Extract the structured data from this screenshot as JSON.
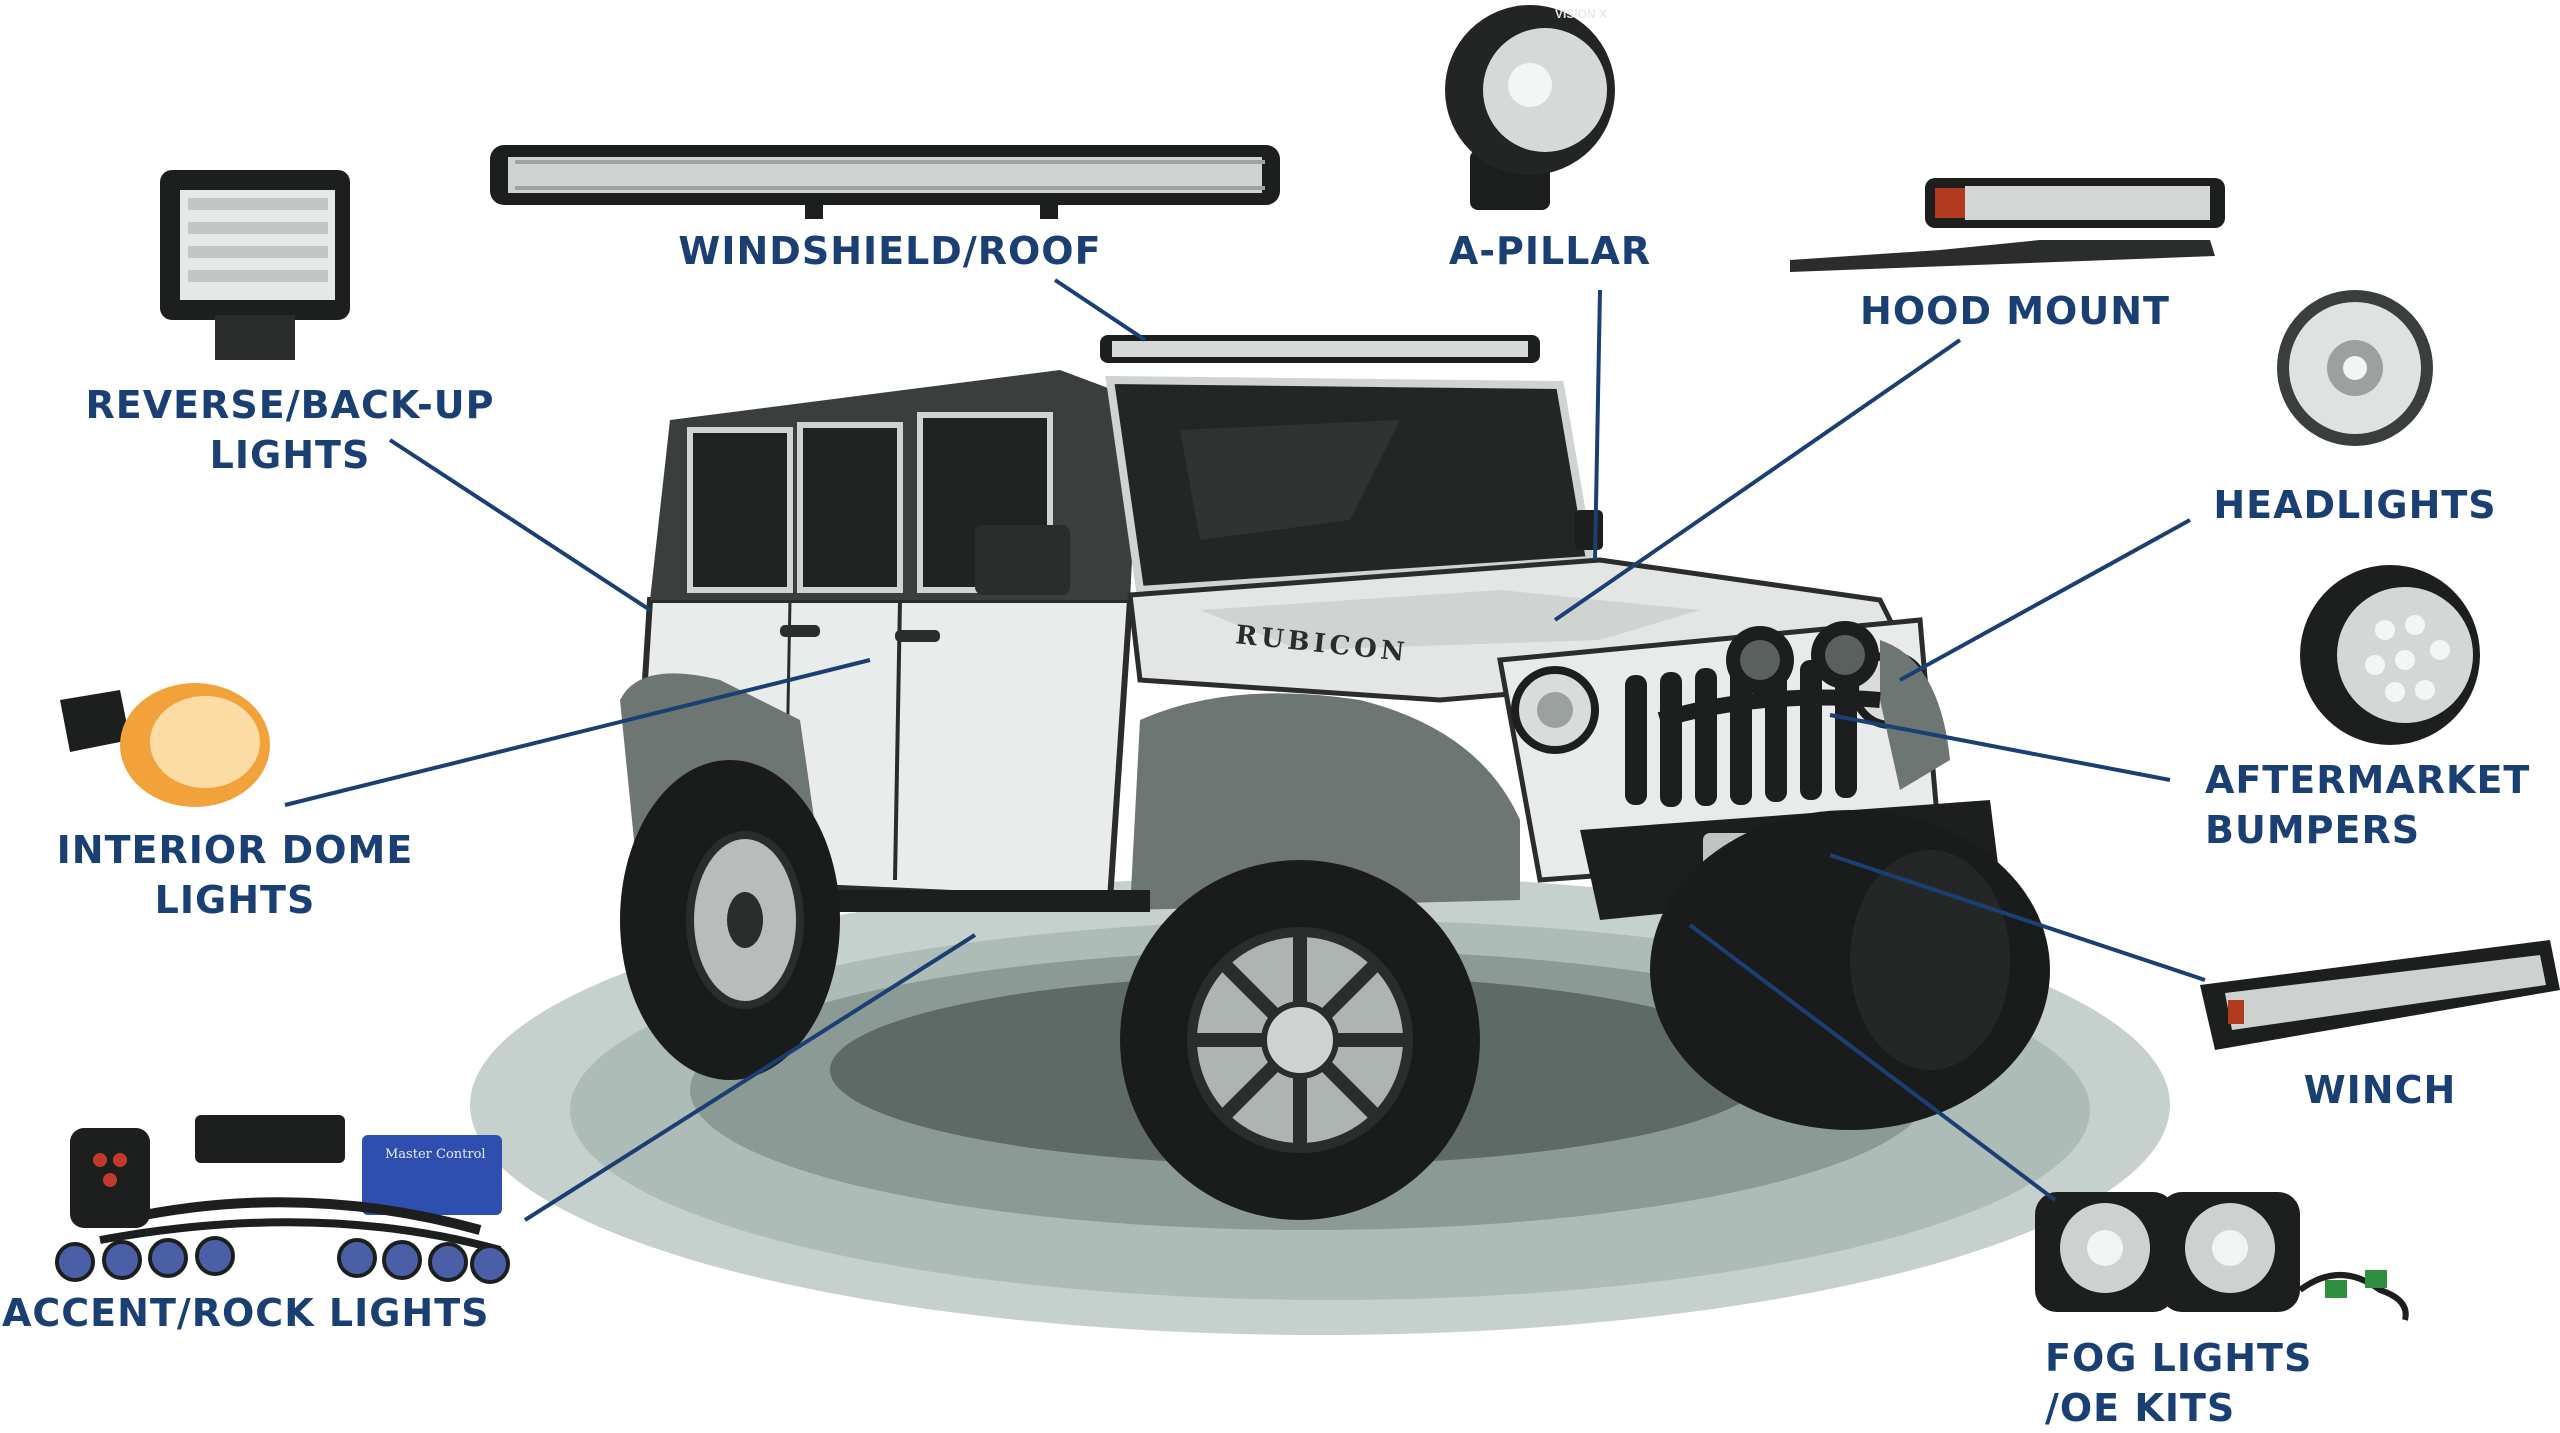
{
  "colors": {
    "label": "#1a3f73",
    "leader": "#1a3f73",
    "ground": "#b6c4c0",
    "body": "#eef0ef",
    "dark": "#1d1f1f",
    "mid": "#6d7672"
  },
  "vehicle": {
    "hood_badge": "RUBICON"
  },
  "products": {
    "driving_light_brand": "VISION X",
    "controller_label": "Master Control"
  },
  "labels": {
    "windshield": "WINDSHIELD/ROOF",
    "apillar": "A-PILLAR",
    "hood": "HOOD MOUNT",
    "reverse_1": "REVERSE/BACK-UP",
    "reverse_2": "LIGHTS",
    "headlights": "HEADLIGHTS",
    "dome_1": "INTERIOR DOME",
    "dome_2": "LIGHTS",
    "bumpers_1": "AFTERMARKET",
    "bumpers_2": "BUMPERS",
    "winch": "WINCH",
    "accent": "ACCENT/ROCK LIGHTS",
    "fog_1": "FOG LIGHTS",
    "fog_2": "/OE KITS"
  }
}
